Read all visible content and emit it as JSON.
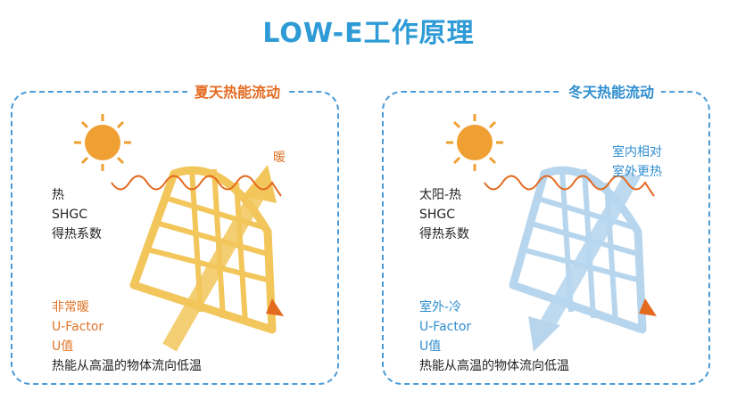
{
  "title": "LOW-E工作原理",
  "colors": {
    "title": "#2e9bd6",
    "border": "#4a9bd8",
    "summer_accent": "#e36a1e",
    "summer_window": "#f2c65a",
    "winter_accent": "#2f8ed0",
    "winter_window": "#b7d6ee",
    "sun": "#f0a033"
  },
  "summer": {
    "heading": "夏天热能流动",
    "arrow_label": "暖",
    "heat_label": [
      "热",
      "SHGC",
      "得热系数"
    ],
    "u_label": [
      "非常暖",
      "U-Factor",
      "U值"
    ],
    "bottom_text": "热能从高温的物体流向低温"
  },
  "winter": {
    "heading": "冬天热能流动",
    "arrow_label": [
      "室内相对",
      "室外更热"
    ],
    "heat_label": [
      "太阳-热",
      "SHGC",
      "得热系数"
    ],
    "u_label": [
      "室外-冷",
      "U-Factor",
      "U值"
    ],
    "bottom_text": "热能从高温的物体流向低温"
  }
}
